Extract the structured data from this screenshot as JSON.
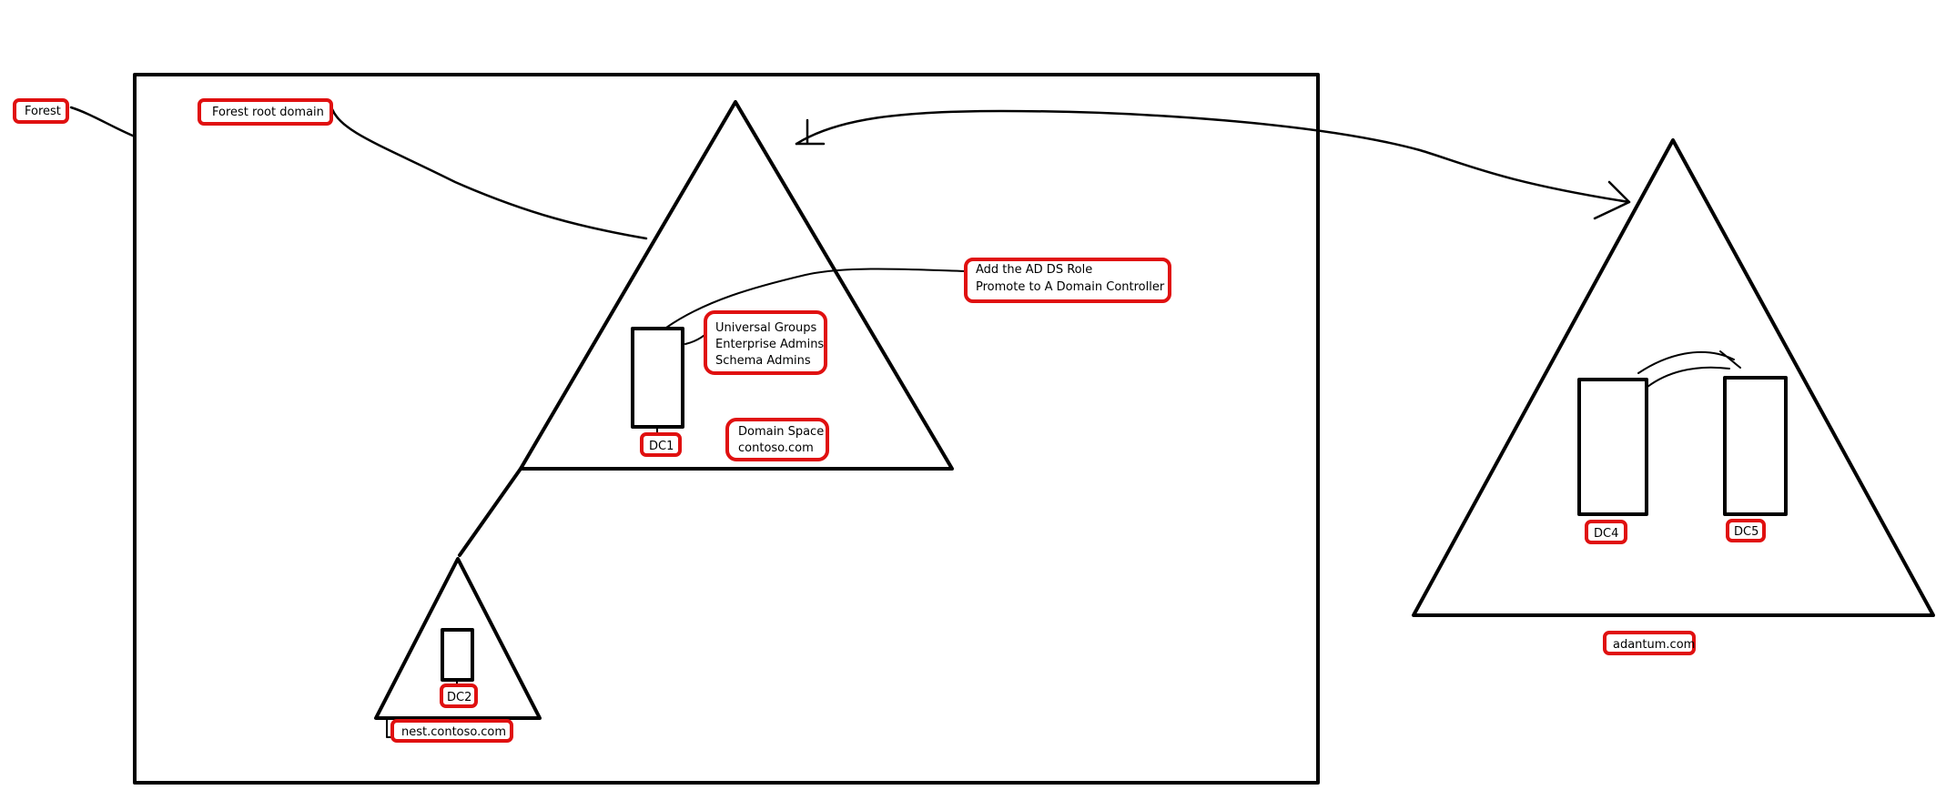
{
  "labels": {
    "forest": "Forest",
    "forest_root_domain": "Forest root domain",
    "add_role": [
      "Add the AD DS Role",
      "Promote to A Domain Controller"
    ],
    "groups": [
      "Universal Groups",
      "Enterprise Admins",
      "Schema Admins"
    ],
    "domain_space": [
      "Domain Space",
      "contoso.com"
    ],
    "dc1": "DC1",
    "dc2": "DC2",
    "dc4": "DC4",
    "dc5": "DC5",
    "child_domain": "nest.contoso.com",
    "other_tree": "adantum.com"
  },
  "colors": {
    "label_border": "#e01010",
    "lines": "#000000",
    "background": "#ffffff"
  }
}
